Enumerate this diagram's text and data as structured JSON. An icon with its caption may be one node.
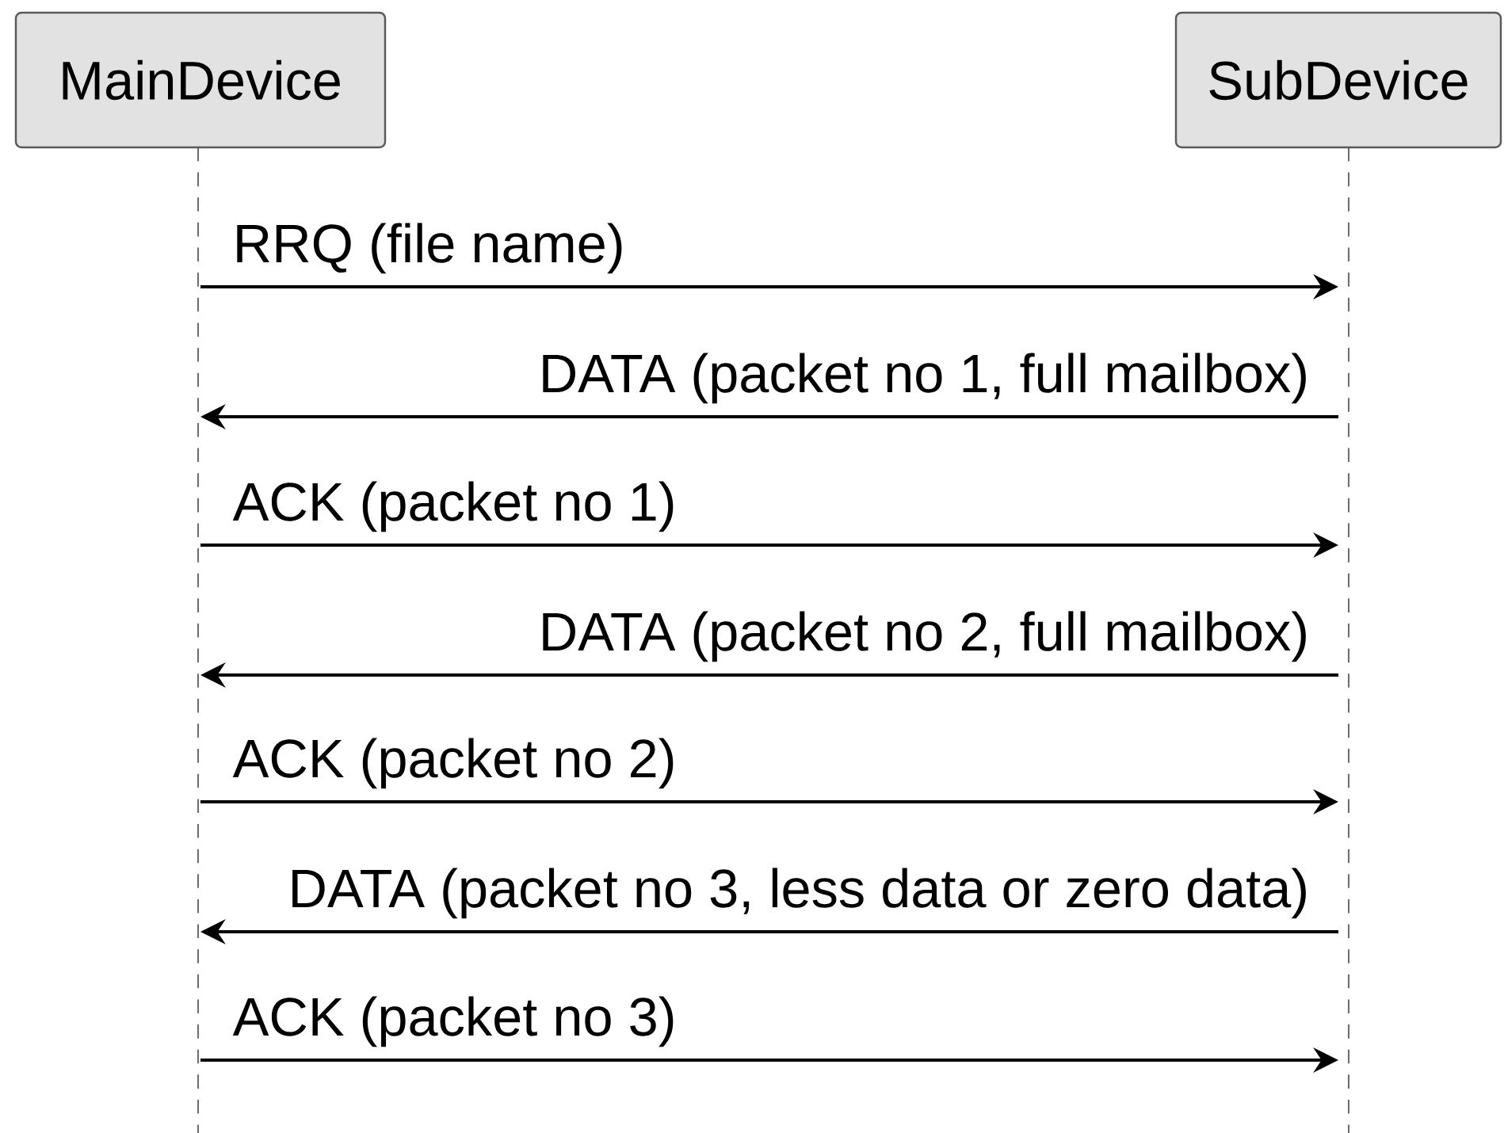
{
  "diagram": {
    "nodes": [
      {
        "text": [
          "MainDevice"
        ]
      },
      {
        "text": [
          "SubDevice"
        ]
      }
    ],
    "edges": [
      {
        "from": 0,
        "to": 1,
        "arrow": "to",
        "label": "RRQ (file name)"
      },
      {
        "from": 1,
        "to": 0,
        "arrow": "to",
        "label": "DATA (packet no 1, full mailbox)"
      },
      {
        "from": 0,
        "to": 1,
        "arrow": "to",
        "label": "ACK (packet no 1)"
      },
      {
        "from": 1,
        "to": 0,
        "arrow": "to",
        "label": "DATA (packet no 2, full mailbox)"
      },
      {
        "from": 0,
        "to": 1,
        "arrow": "to",
        "label": "ACK (packet no 2)"
      },
      {
        "from": 1,
        "to": 0,
        "arrow": "to",
        "label": "DATA (packet no 3, less data or zero data)"
      },
      {
        "from": 0,
        "to": 1,
        "arrow": "to",
        "label": "ACK (packet no 3)"
      }
    ]
  }
}
